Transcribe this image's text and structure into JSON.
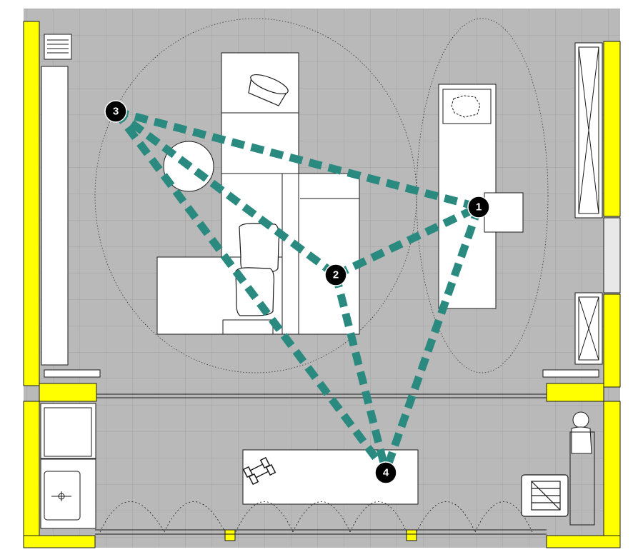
{
  "colors": {
    "floor": "#b9b9b9",
    "grid": "#a3a3a3",
    "wall": "#ffff00",
    "furniture_fill": "#ffffff",
    "line": "#1a1a1a",
    "path": "#2a8a80",
    "marker_fill": "#000000",
    "marker_text": "#ffffff"
  },
  "markers": [
    {
      "label": "1"
    },
    {
      "label": "2"
    },
    {
      "label": "3"
    },
    {
      "label": "4"
    }
  ],
  "icons": {
    "dumbbell": "dumbbell-icon",
    "sink": "sink-icon",
    "person": "person-icon",
    "bath_chair": "bath-chair-icon",
    "bowl": "bowl-icon"
  }
}
